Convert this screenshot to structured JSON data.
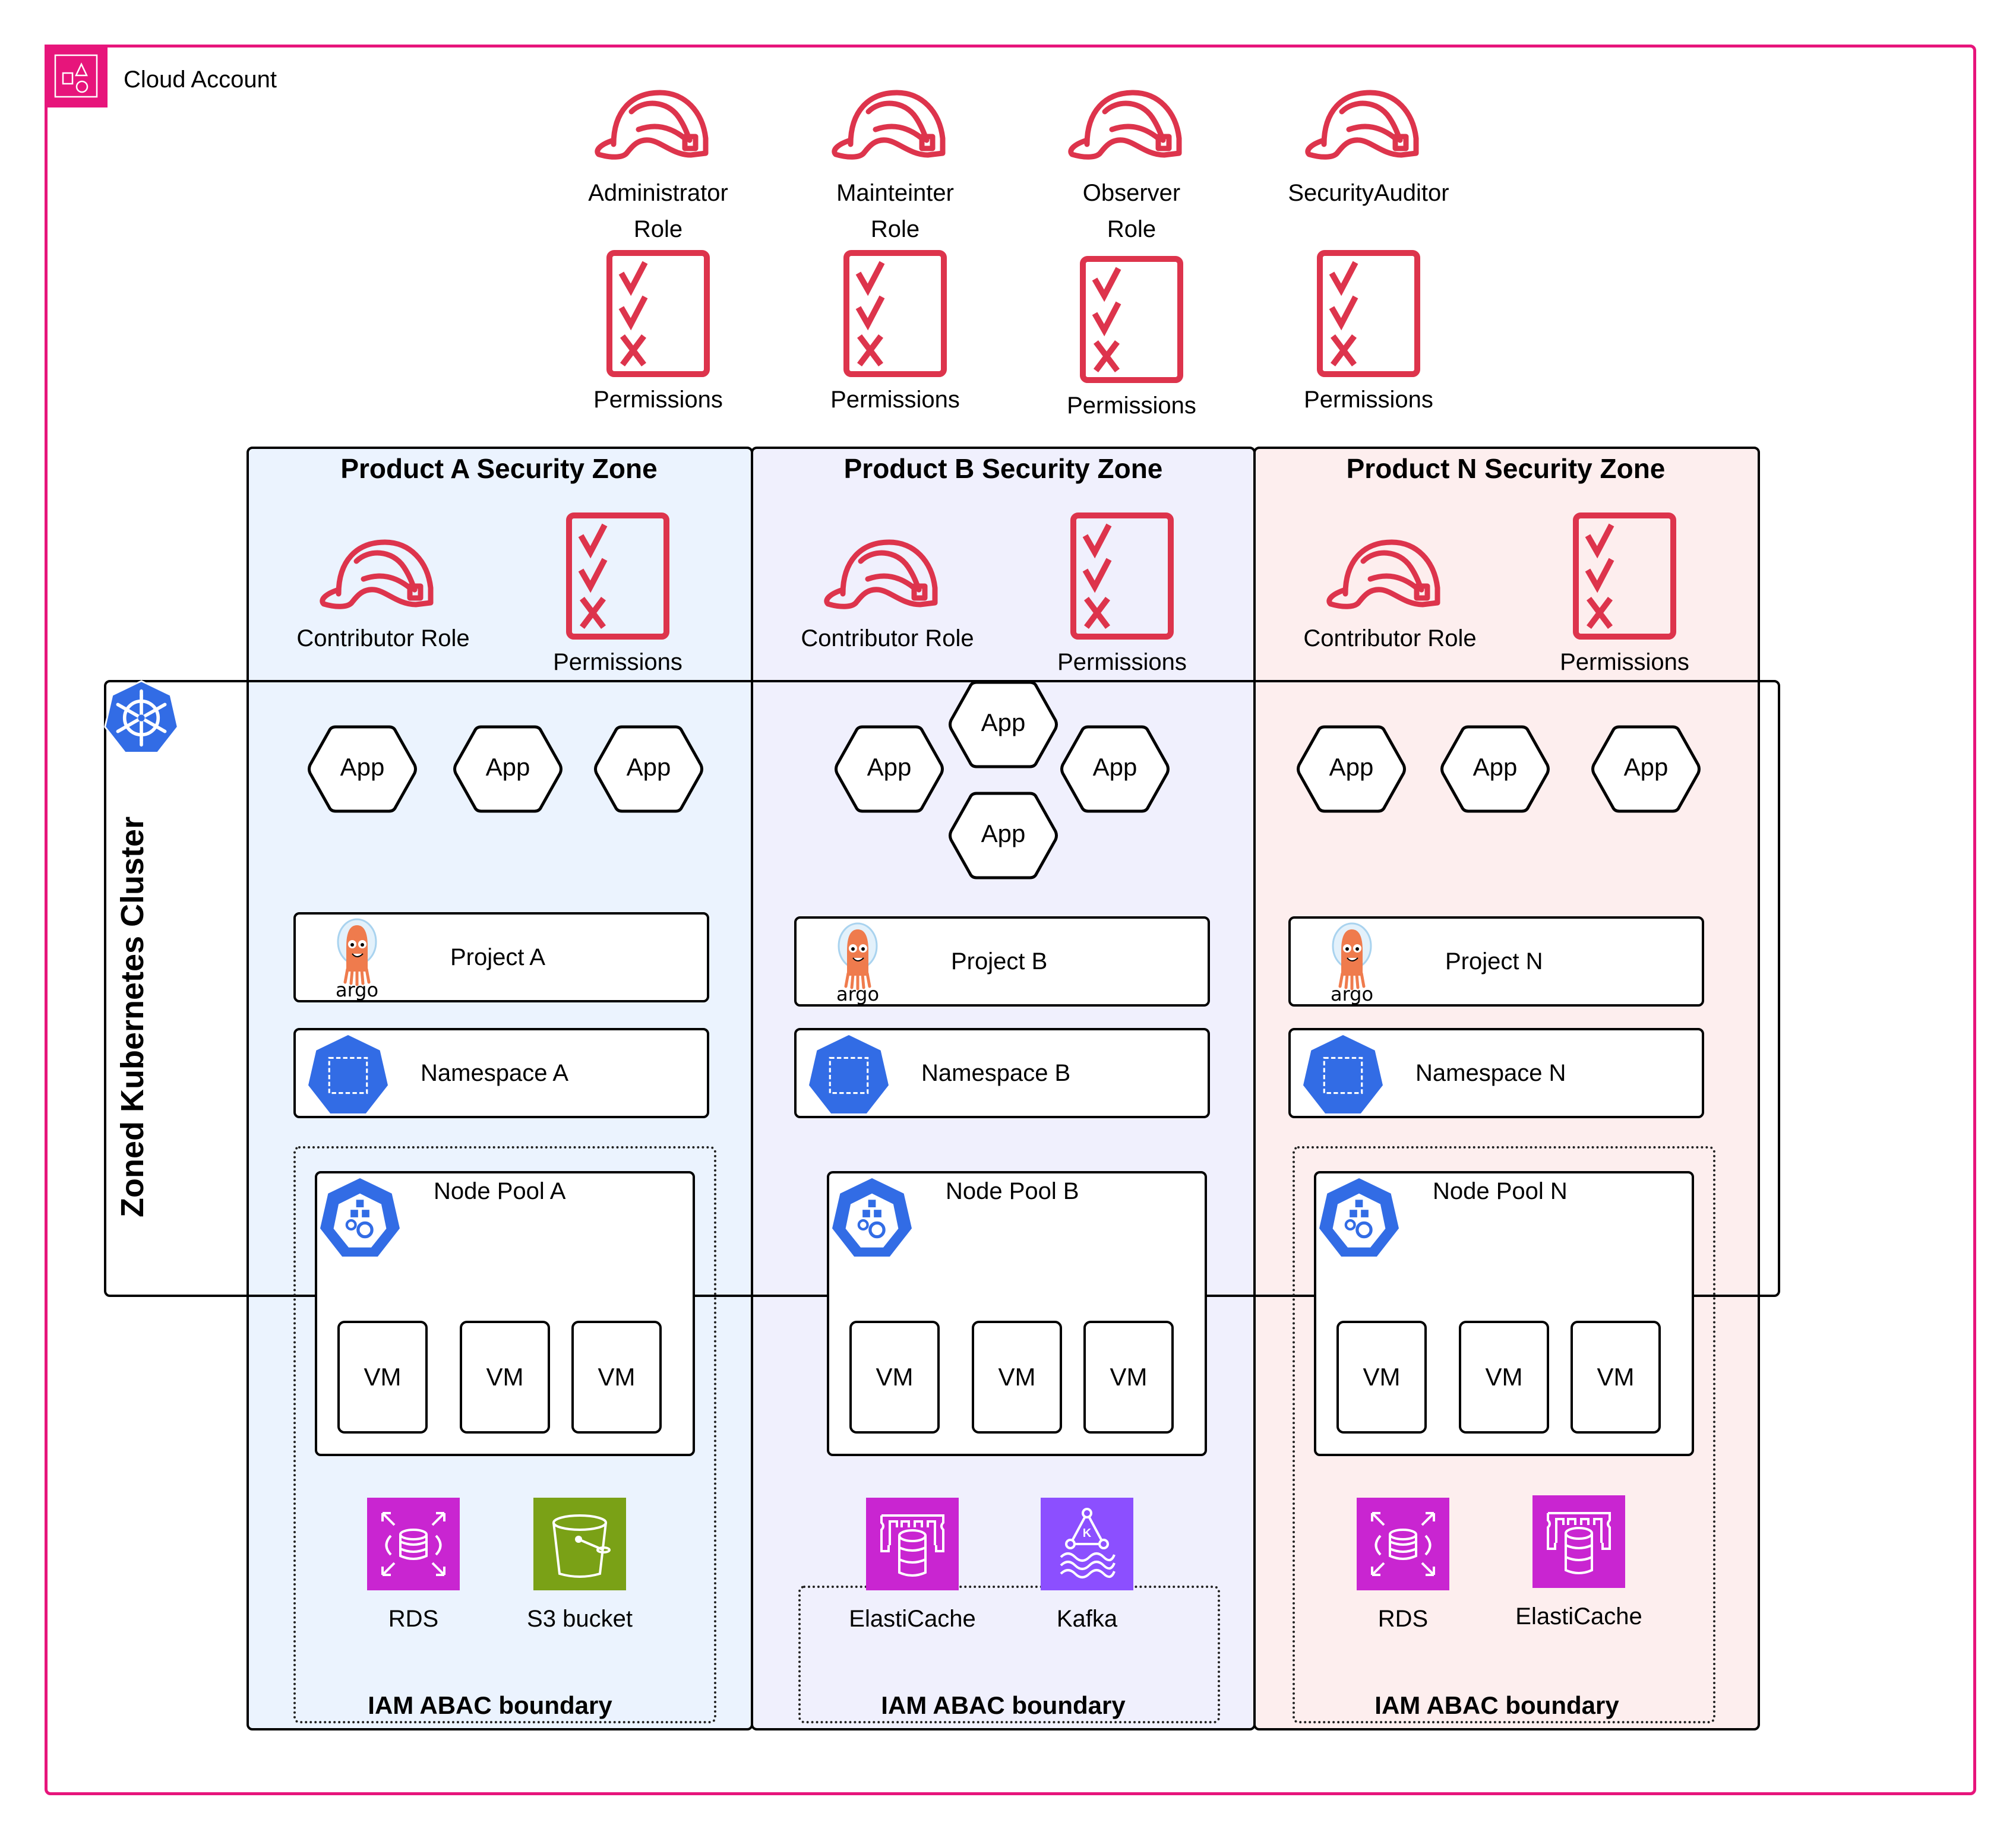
{
  "account": {
    "label": "Cloud Account",
    "icon": "account-group-icon",
    "color": "#e7157b"
  },
  "top_roles": [
    {
      "role_line1": "Administrator",
      "role_line2": "Role",
      "permissions": "Permissions"
    },
    {
      "role_line1": "Mainteinter",
      "role_line2": "Role",
      "permissions": "Permissions"
    },
    {
      "role_line1": "Observer",
      "role_line2": "Role",
      "permissions": "Permissions"
    },
    {
      "role_line1": "SecurityAuditor",
      "role_line2": "",
      "permissions": "Permissions"
    }
  ],
  "colors": {
    "role_red": "#dd344c",
    "k8s_blue": "#326ce5",
    "rds_purple": "#c925d1",
    "s3_green": "#7aa116",
    "kafka_purple": "#8c4fff",
    "zone_a_bg": "#ebf3fe",
    "zone_b_bg": "#f0f0fd",
    "zone_n_bg": "#fdeeee"
  },
  "cluster": {
    "title": "Zoned  Kubernetes Cluster"
  },
  "zones": [
    {
      "title": "Product A Security Zone",
      "contributor": "Contributor Role",
      "permissions": "Permissions",
      "apps": [
        "App",
        "App",
        "App"
      ],
      "project": "Project A",
      "namespace": "Namespace A",
      "node_pool": "Node Pool A",
      "vms": [
        "VM",
        "VM",
        "VM"
      ],
      "services": [
        {
          "label": "RDS",
          "icon": "rds-icon"
        },
        {
          "label": "S3 bucket",
          "icon": "s3-bucket-icon"
        }
      ],
      "boundary": "IAM ABAC boundary"
    },
    {
      "title": "Product B Security Zone",
      "contributor": "Contributor Role",
      "permissions": "Permissions",
      "apps": [
        "App",
        "App",
        "App",
        "App"
      ],
      "project": "Project B",
      "namespace": "Namespace B",
      "node_pool": "Node Pool B",
      "vms": [
        "VM",
        "VM",
        "VM"
      ],
      "services": [
        {
          "label": "ElastiCache",
          "icon": "elasticache-icon"
        },
        {
          "label": "Kafka",
          "icon": "kafka-icon"
        }
      ],
      "boundary": "IAM ABAC boundary"
    },
    {
      "title": "Product N Security Zone",
      "contributor": "Contributor Role",
      "permissions": "Permissions",
      "apps": [
        "App",
        "App",
        "App"
      ],
      "project": "Project N",
      "namespace": "Namespace N",
      "node_pool": "Node Pool N",
      "vms": [
        "VM",
        "VM",
        "VM"
      ],
      "services": [
        {
          "label": "RDS",
          "icon": "rds-icon"
        },
        {
          "label": "ElastiCache",
          "icon": "elasticache-icon"
        }
      ],
      "boundary": "IAM ABAC boundary"
    }
  ],
  "argo": {
    "wordmark": "argo"
  }
}
